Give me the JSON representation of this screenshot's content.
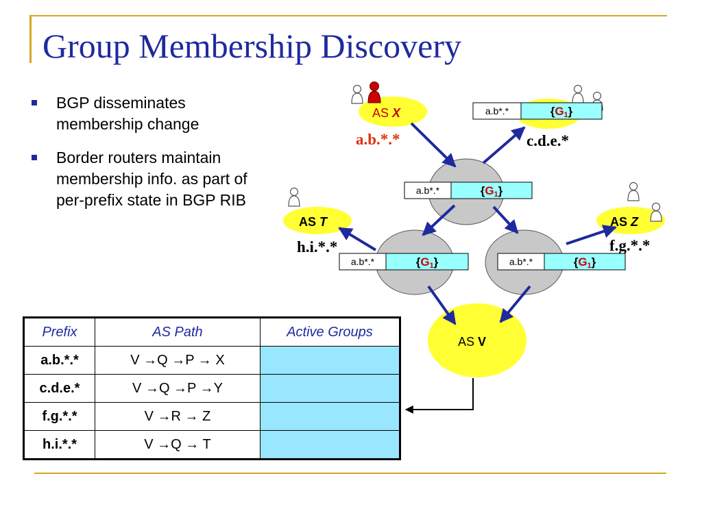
{
  "title": "Group Membership Discovery",
  "bullets": [
    "BGP disseminates membership change",
    "Border routers maintain membership info. as part of per-prefix state in BGP RIB"
  ],
  "diagram": {
    "ases": {
      "x": {
        "label": "AS",
        "letter": "X",
        "prefix": "a.b.*.*"
      },
      "y": {
        "prefix": "c.d.e.*"
      },
      "t": {
        "label": "AS",
        "letter": "T",
        "prefix": "h.i.*.*"
      },
      "z": {
        "label": "AS",
        "letter": "Z",
        "prefix": "f.g.*.*"
      },
      "v": {
        "label": "AS",
        "letter": "V"
      }
    },
    "entry_prefix": "a.b*.*",
    "group_open": "{",
    "group_name": "G",
    "group_sub": "1",
    "group_close": "}",
    "colors": {
      "as_fill": "#ffff33",
      "router_fill": "#c8c8c8",
      "entry_fill": "#99ffff",
      "arrow": "#1f2a9e",
      "red": "#cc0000"
    }
  },
  "table": {
    "headers": [
      "Prefix",
      "AS Path",
      "Active Groups"
    ],
    "rows": [
      {
        "prefix": "a.b.*.*",
        "path": "V →Q →P → X",
        "groups": ""
      },
      {
        "prefix": "c.d.e.*",
        "path": "V →Q →P →Y",
        "groups": ""
      },
      {
        "prefix": "f.g.*.*",
        "path": "V →R → Z",
        "groups": ""
      },
      {
        "prefix": "h.i.*.*",
        "path": "V →Q → T",
        "groups": ""
      }
    ]
  }
}
